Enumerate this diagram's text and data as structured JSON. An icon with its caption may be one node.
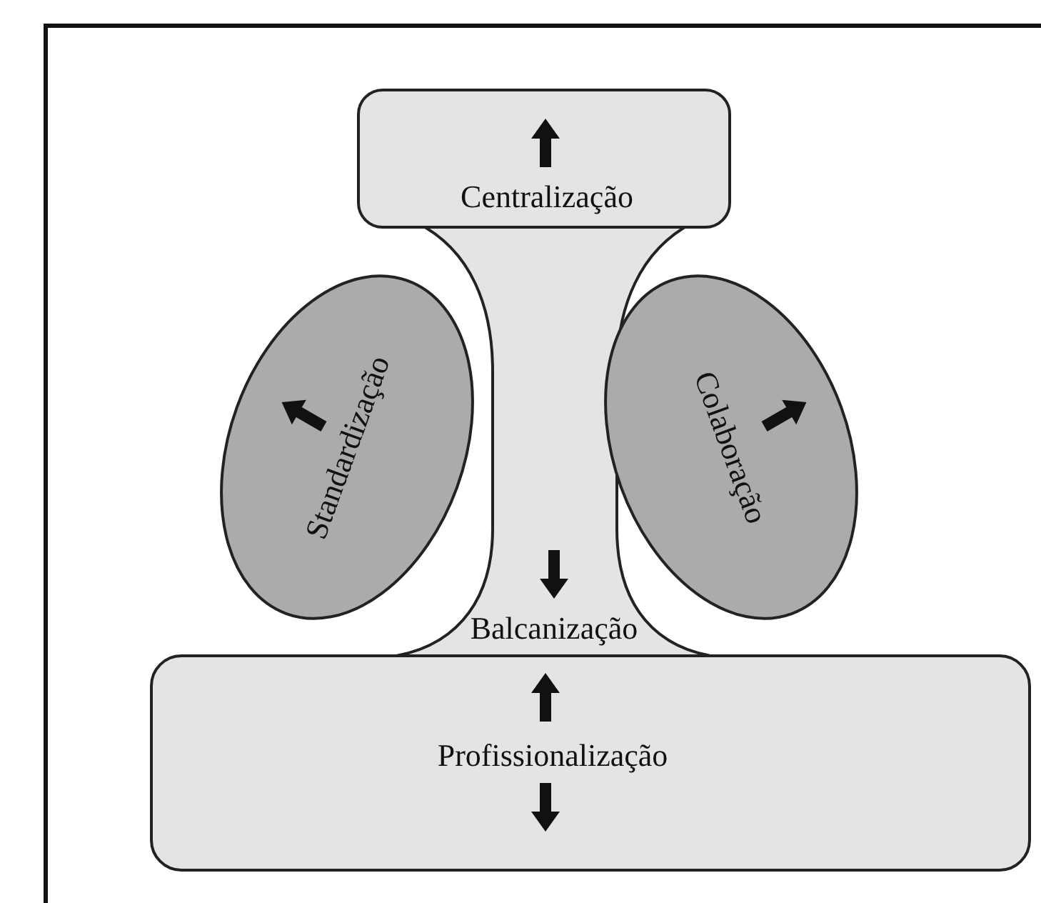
{
  "diagram": {
    "nodes": [
      {
        "text": [
          "Centralização"
        ]
      },
      {
        "text": [
          "Standardização"
        ]
      },
      {
        "text": [
          "Colaboração"
        ]
      },
      {
        "text": [
          "Profissionalização"
        ]
      }
    ],
    "edges": [],
    "labels": [
      "Balcanização"
    ]
  }
}
